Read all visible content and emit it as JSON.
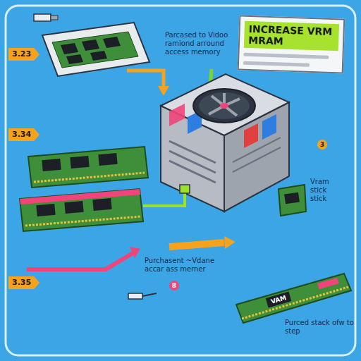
{
  "diagram": {
    "nodes": [
      {
        "text": [
          "INCREASE VRM MRAM"
        ]
      },
      {
        "text": [
          "3.23"
        ]
      },
      {
        "text": [
          "3.34"
        ]
      },
      {
        "text": [
          "3.35"
        ]
      }
    ],
    "labels": [
      "Parcased to Vidoo ramiond arround access memory",
      "3",
      "Vram stick stick",
      "Purchasent ~Vdane accar ass merner",
      "8",
      "Purced stack ofw to step",
      "VAM"
    ]
  }
}
